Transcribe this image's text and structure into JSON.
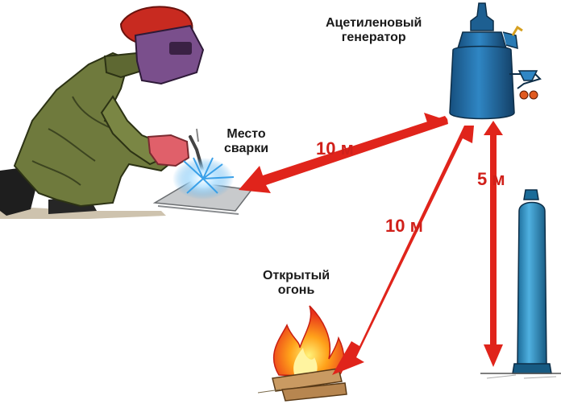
{
  "labels": {
    "generator_line1": "Ацетиленовый",
    "generator_line2": "генератор",
    "weld_line1": "Место",
    "weld_line2": "сварки",
    "fire_line1": "Открытый",
    "fire_line2": "огонь"
  },
  "distances": {
    "generator_to_weld": "10 м",
    "generator_to_fire": "10 м",
    "generator_to_cylinder": "5 м"
  },
  "icons": {
    "welder": "welder-figure-icon",
    "weld_spot": "weld-spark-icon",
    "generator": "acetylene-generator-icon",
    "fire": "campfire-icon",
    "cylinder": "gas-cylinder-icon"
  },
  "colors": {
    "arrow": "#e0241b",
    "distance_text": "#d0201a",
    "suit": "#6f7a3d",
    "generator": "#1f6fa8",
    "cylinder": "#2f8fc0",
    "helmet": "#c82a20",
    "mask": "#7a4f8c",
    "glove": "#e0606a"
  }
}
